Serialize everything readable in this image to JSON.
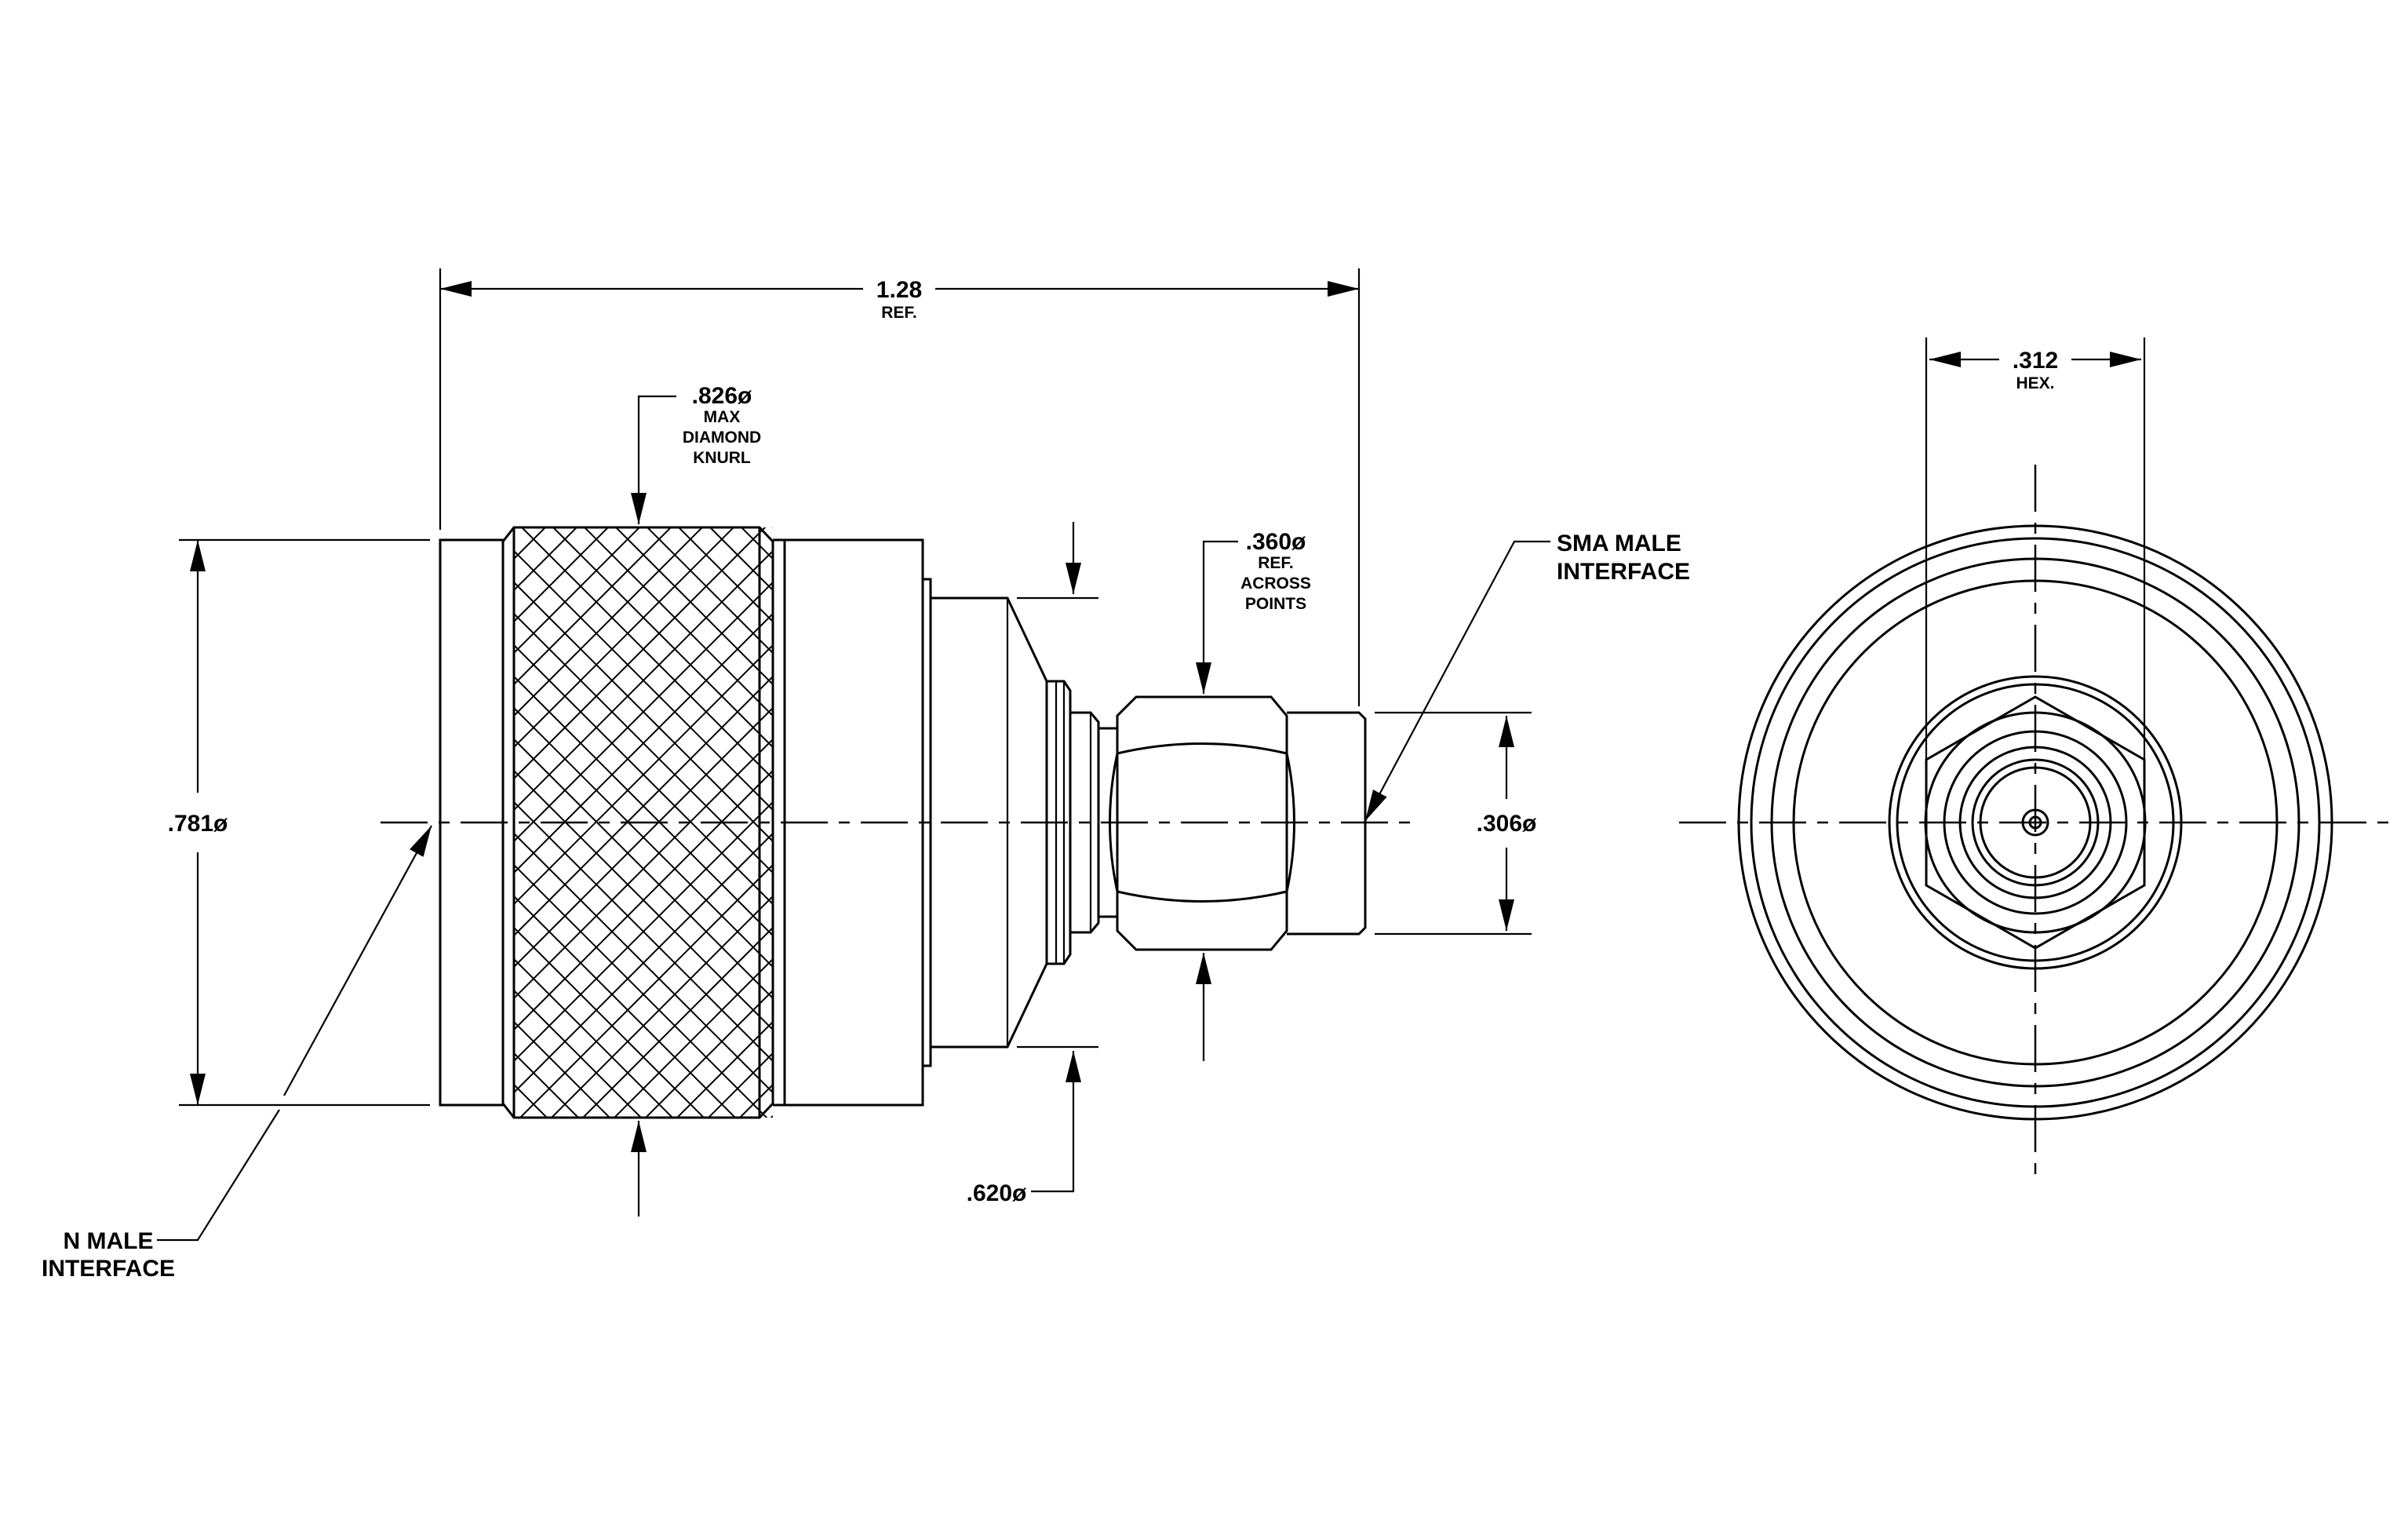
{
  "dimensions": {
    "overall_length": {
      "value": "1.28",
      "note": "REF."
    },
    "knurl_diameter": {
      "value": ".826ø",
      "notes": [
        "MAX",
        "DIAMOND",
        "KNURL"
      ]
    },
    "body_diameter": {
      "value": ".781ø"
    },
    "taper_diameter": {
      "value": ".620ø"
    },
    "hex_points": {
      "value": ".360ø",
      "notes": [
        "REF.",
        "ACROSS",
        "POINTS"
      ]
    },
    "sma_diameter": {
      "value": ".306ø"
    },
    "hex_flats": {
      "value": ".312",
      "note": "HEX."
    }
  },
  "callouts": {
    "sma": [
      "SMA  MALE",
      "INTERFACE"
    ],
    "n": [
      "N  MALE",
      "INTERFACE"
    ]
  }
}
